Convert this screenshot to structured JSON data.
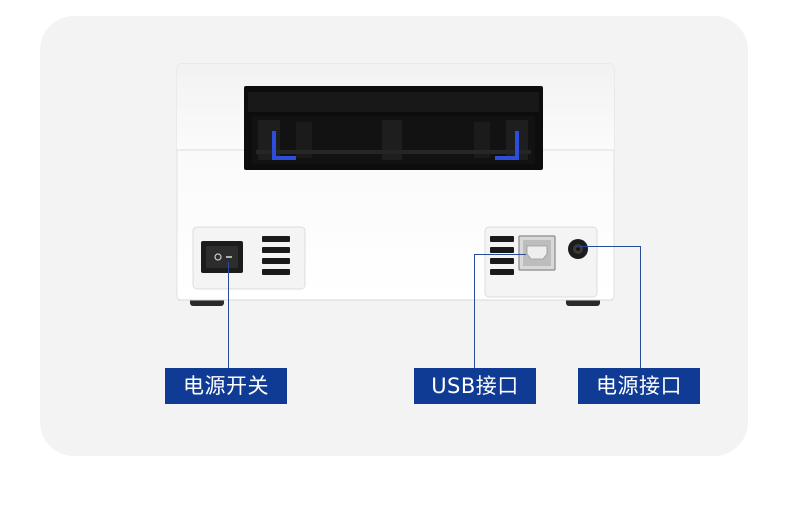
{
  "labels": {
    "power_switch": "电源开关",
    "usb_port": "USB接口",
    "power_port": "电源接口"
  },
  "colors": {
    "label_bg": "#0f3b94",
    "label_text": "#ffffff",
    "leader_line": "#2a4a9c",
    "card_bg": "#f3f3f3",
    "printer_body": "#fafafa",
    "paper_guide": "#2b4fd8"
  }
}
